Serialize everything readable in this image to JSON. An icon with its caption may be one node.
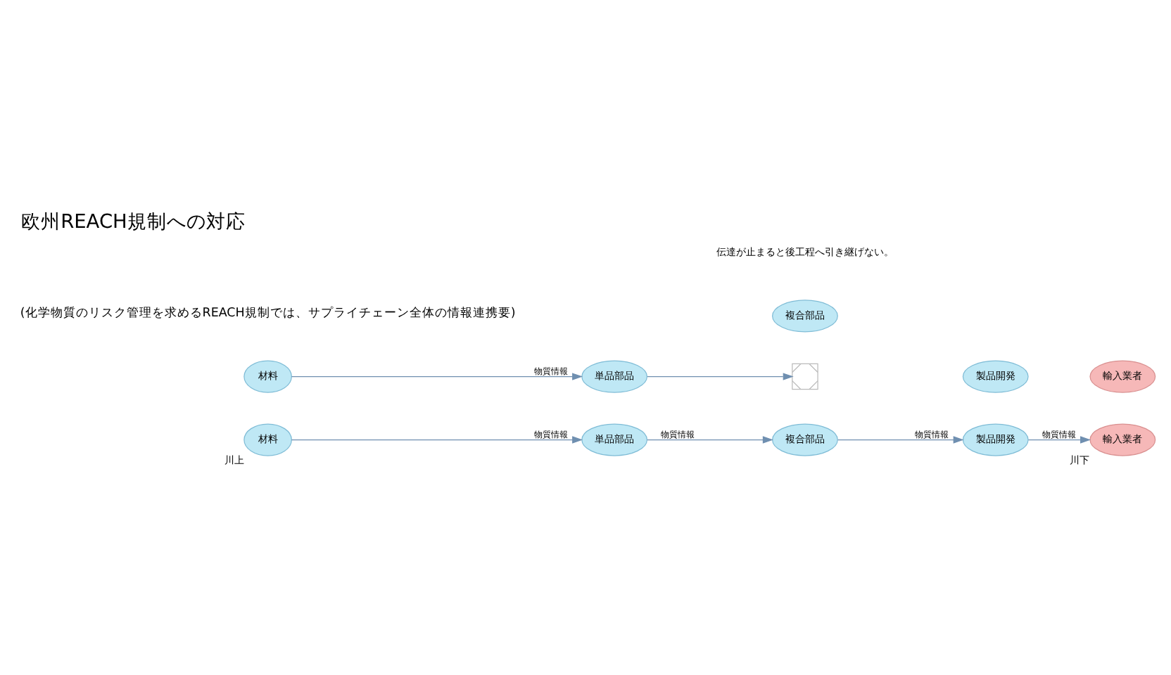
{
  "diagram": {
    "title": "欧州REACH規制への対応",
    "nodes": [
      {
        "text": [
          "材料"
        ],
        "beside": [
          "川上"
        ]
      },
      {
        "text": [
          "単品部品"
        ]
      },
      {
        "text": [
          "複合部品"
        ]
      },
      {
        "text": [
          "製品開発"
        ]
      },
      {
        "text": [
          "輸入業者"
        ],
        "beside": [
          "川下"
        ]
      },
      {
        "text": [
          "材料"
        ]
      },
      {
        "text": [
          "単品部品"
        ]
      },
      {
        "text": [],
        "shape": "cross"
      },
      {
        "text": [
          "複合部品"
        ]
      },
      {
        "text": [
          "製品開発"
        ]
      },
      {
        "text": [
          "輸入業者"
        ]
      }
    ],
    "edges": [
      {
        "from": 0,
        "to": 1,
        "arrow": "to",
        "label": "物質情報"
      },
      {
        "from": 1,
        "to": 2,
        "arrow": "to",
        "label": "物質情報"
      },
      {
        "from": 2,
        "to": 3,
        "arrow": "to",
        "label": "物質情報"
      },
      {
        "from": 3,
        "to": 4,
        "arrow": "to",
        "label": "物質情報"
      },
      {
        "from": 5,
        "to": 6,
        "arrow": "to",
        "label": "物質情報"
      },
      {
        "from": 6,
        "to": 7,
        "arrow": "to"
      }
    ],
    "labels": [
      "(化学物質のリスク管理を求めるREACH規制では、サプライチェーン全体の情報連携要)",
      "伝達が止まると後工程へ引き継げない。"
    ]
  }
}
